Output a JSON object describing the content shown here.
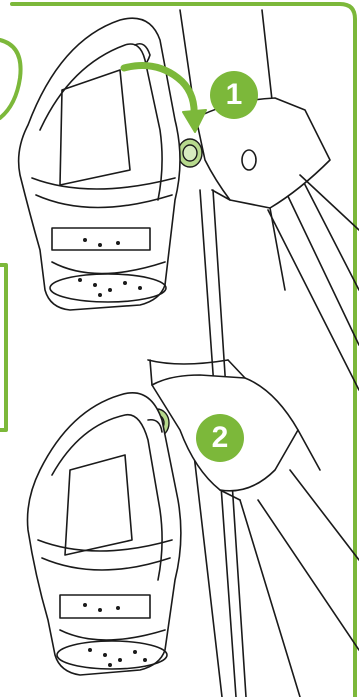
{
  "colors": {
    "accent": "#7cb83a",
    "knob_fill": "#b7d98d",
    "outline": "#1a1a1a",
    "background": "#ffffff"
  },
  "steps": [
    {
      "number": "1",
      "action": "attach-holder-to-knob"
    },
    {
      "number": "2",
      "action": "holder-attached"
    }
  ],
  "icons": [
    "curved-arrow-icon",
    "mounting-knob-icon",
    "cup-holder-icon",
    "stroller-frame-icon"
  ]
}
